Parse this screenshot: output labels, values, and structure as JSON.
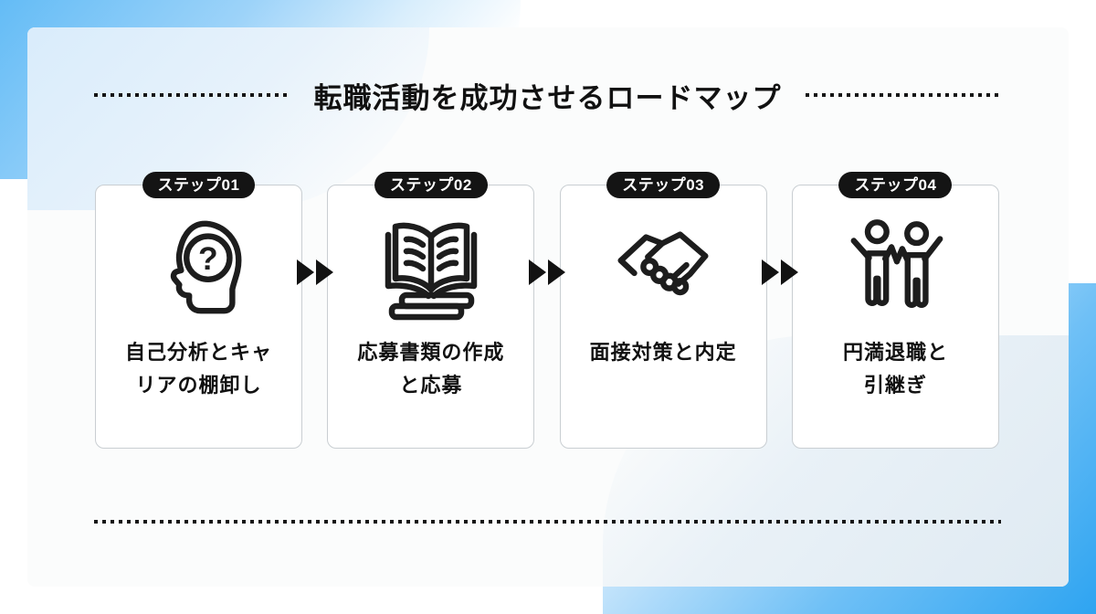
{
  "title": "転職活動を成功させるロードマップ",
  "steps": [
    {
      "badge": "ステップ01",
      "label": [
        "自己分析とキャ",
        "リアの棚卸し"
      ],
      "icon": "head-question-icon"
    },
    {
      "badge": "ステップ02",
      "label": [
        "応募書類の作成",
        "と応募"
      ],
      "icon": "open-book-icon"
    },
    {
      "badge": "ステップ03",
      "label": [
        "面接対策と内定"
      ],
      "icon": "handshake-icon"
    },
    {
      "badge": "ステップ04",
      "label": [
        "円満退職と",
        "引継ぎ"
      ],
      "icon": "two-people-icon"
    }
  ],
  "colors": {
    "accent_blue_light": "#64bcf6",
    "accent_blue_dark": "#2ea4f1",
    "badge_bg": "#141414",
    "text": "#111111",
    "card_border": "#c9ced2",
    "board_bg": "#fbfcfc"
  }
}
